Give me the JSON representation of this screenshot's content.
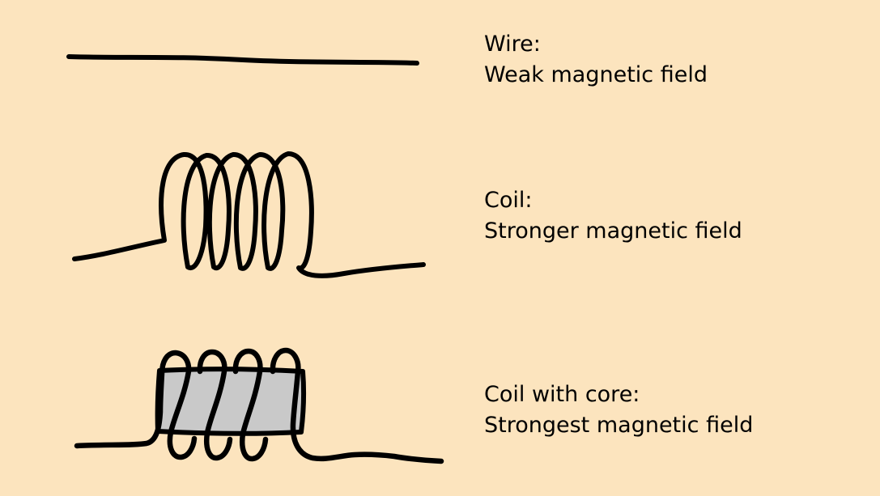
{
  "colors": {
    "bg": "#FCE4BE",
    "ink": "#000000",
    "core_fill": "#C9C9C9"
  },
  "rows": [
    {
      "title": "Wire:",
      "description": "Weak magnetic field",
      "drawing": "wire"
    },
    {
      "title": "Coil:",
      "description": "Stronger magnetic field",
      "drawing": "coil"
    },
    {
      "title": "Coil with core:",
      "description": "Strongest magnetic field",
      "drawing": "coil-with-core"
    }
  ]
}
